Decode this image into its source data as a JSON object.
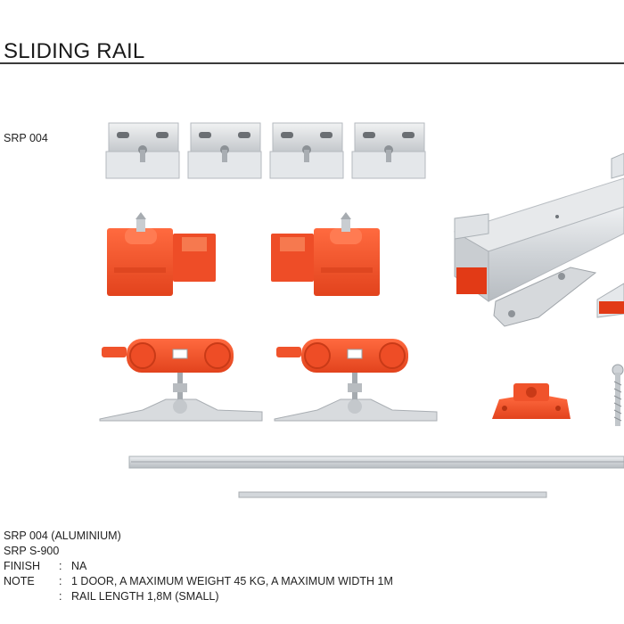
{
  "title": "SLIDING RAIL",
  "product_code": "SRP 004",
  "specs": {
    "line1": "SRP 004 (ALUMINIUM)",
    "line2": "SRP S-900",
    "finish_label": "FINISH",
    "finish_value": "NA",
    "note_label": "NOTE",
    "note_value_1": "1 DOOR, A MAXIMUM WEIGHT 45 KG, A MAXIMUM WIDTH 1M",
    "note_value_2": "RAIL LENGTH 1,8M (SMALL)",
    "separator": ":"
  },
  "colors": {
    "orange_plastic": "#f2542d",
    "metal": "#d9dcdf",
    "metal_dark": "#9ea3a8",
    "rule": "#3a3a3a"
  }
}
